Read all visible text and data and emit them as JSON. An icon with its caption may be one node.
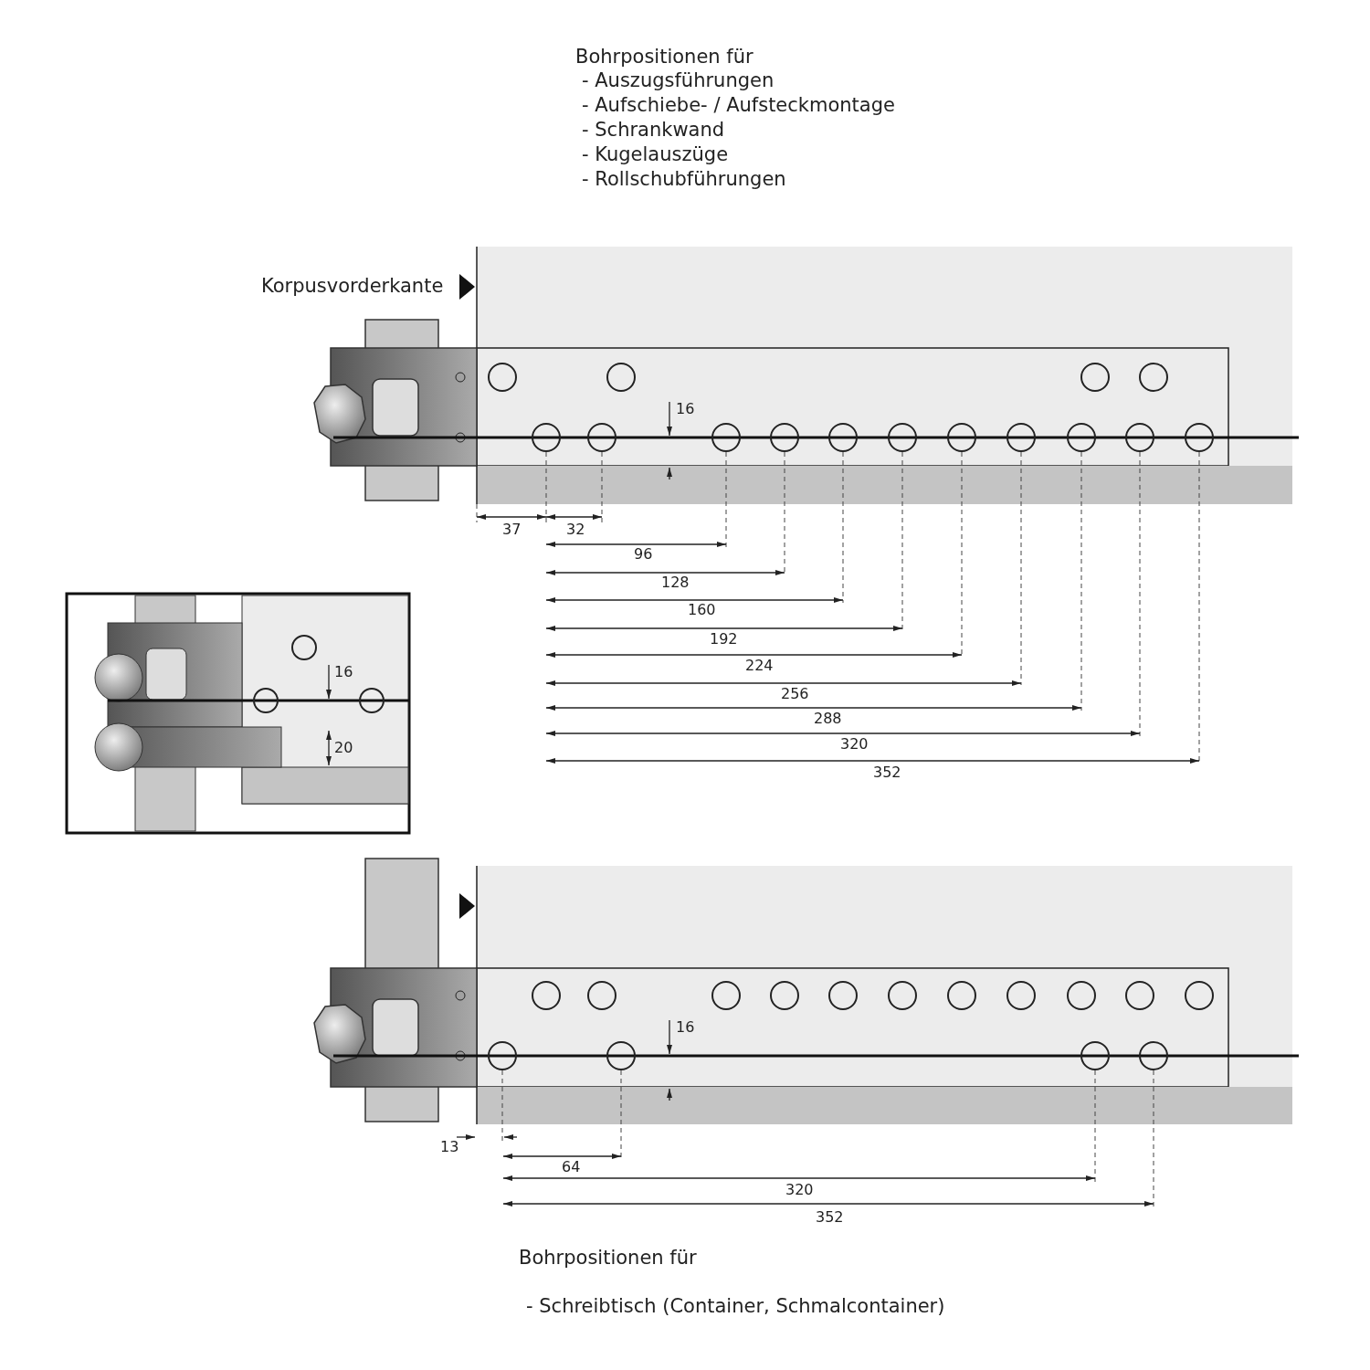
{
  "diagram": {
    "labels": [
      "Bohrpositionen für",
      "- Auszugsführungen",
      "- Aufschiebe- / Aufsteckmontage",
      "- Schrankwand",
      "- Kugelauszüge",
      "- Rollschubführungen",
      "Korpusvorderkante",
      "16",
      "37",
      "32",
      "96",
      "128",
      "160",
      "192",
      "224",
      "256",
      "288",
      "320",
      "352",
      "16",
      "20",
      "16",
      "13",
      "64",
      "320",
      "352",
      "Bohrpositionen für",
      "- Schreibtisch (Container, Schmalcontainer)"
    ]
  }
}
